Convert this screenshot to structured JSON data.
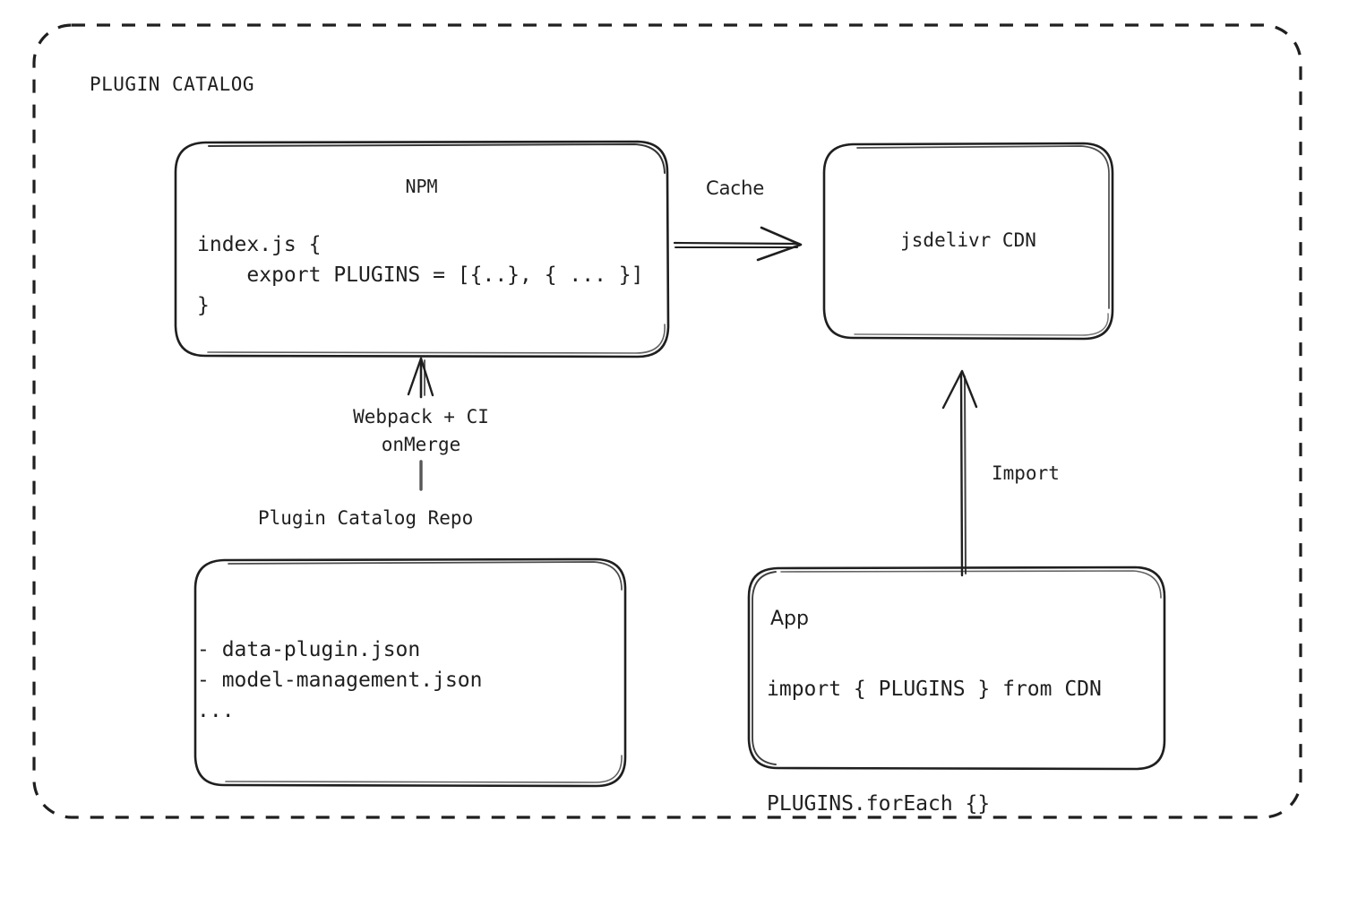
{
  "diagram": {
    "group_title": "PLUGIN CATALOG",
    "background_color": "#ffffff",
    "stroke_color": "#1f1f1f"
  },
  "nodes": {
    "npm": {
      "title": "NPM",
      "code": "index.js {\n    export PLUGINS = [{..}, { ... }]\n}"
    },
    "cdn": {
      "title": "jsdelivr CDN"
    },
    "repo": {
      "label": "Plugin Catalog Repo",
      "files": "- data-plugin.json\n- model-management.json\n..."
    },
    "app": {
      "title": "App",
      "code": "import { PLUGINS } from CDN\n\nPLUGINS.forEach {}"
    }
  },
  "edges": {
    "cache": {
      "label": "Cache"
    },
    "build": {
      "label": "Webpack + CI\nonMerge"
    },
    "import": {
      "label": "Import"
    }
  }
}
